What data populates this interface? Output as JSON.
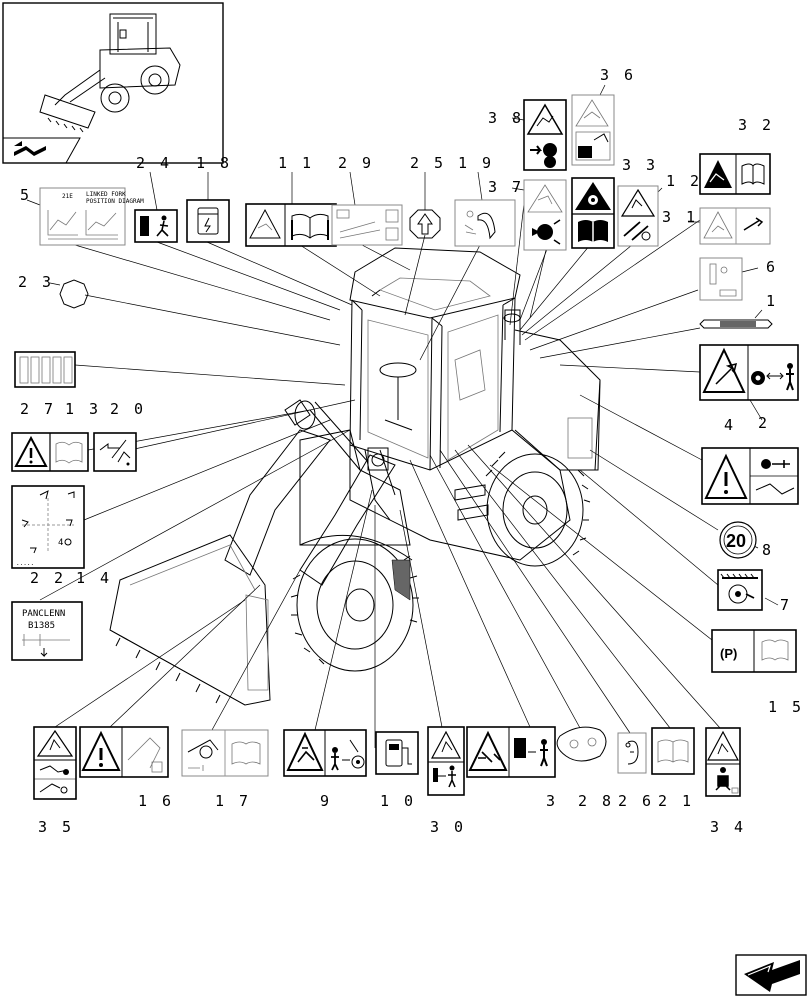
{
  "callouts": {
    "c1": "1",
    "c2": "2",
    "c3": "3",
    "c4": "4",
    "c5": "5",
    "c6": "6",
    "c7": "7",
    "c8": "8",
    "c9": "9",
    "c10": "1 0",
    "c11": "1 1",
    "c12": "1 2",
    "c13": "1 3",
    "c14": "1 4",
    "c15": "1 5",
    "c16": "1 6",
    "c17": "1 7",
    "c18": "1 8",
    "c19": "1 9",
    "c20": "2 0",
    "c21": "2 1",
    "c22": "2 2",
    "c23": "2 3",
    "c24": "2 4",
    "c25": "2 5",
    "c26": "2 6",
    "c27": "2 7",
    "c28": "2 8",
    "c29": "2 9",
    "c30": "3 0",
    "c31": "3 1",
    "c32": "3 2",
    "c33": "3 3",
    "c34": "3 4",
    "c35": "3 5",
    "c36": "3 6",
    "c37": "3 7",
    "c38": "3 8"
  },
  "decal_text": {
    "speed_limit": "20",
    "parking": "(P)",
    "decal22_line1": "PANCLENN",
    "decal22_line2": "B1385",
    "decal5_code": "21E",
    "decal5_header": "LINKED FORK",
    "decal5_subheader": "POSITION DIAGRAM"
  },
  "icons": {
    "top_left_thumbnail": "wheel-loader-thumbnail",
    "bottom_right": "page-navigation-arrow-icon"
  }
}
